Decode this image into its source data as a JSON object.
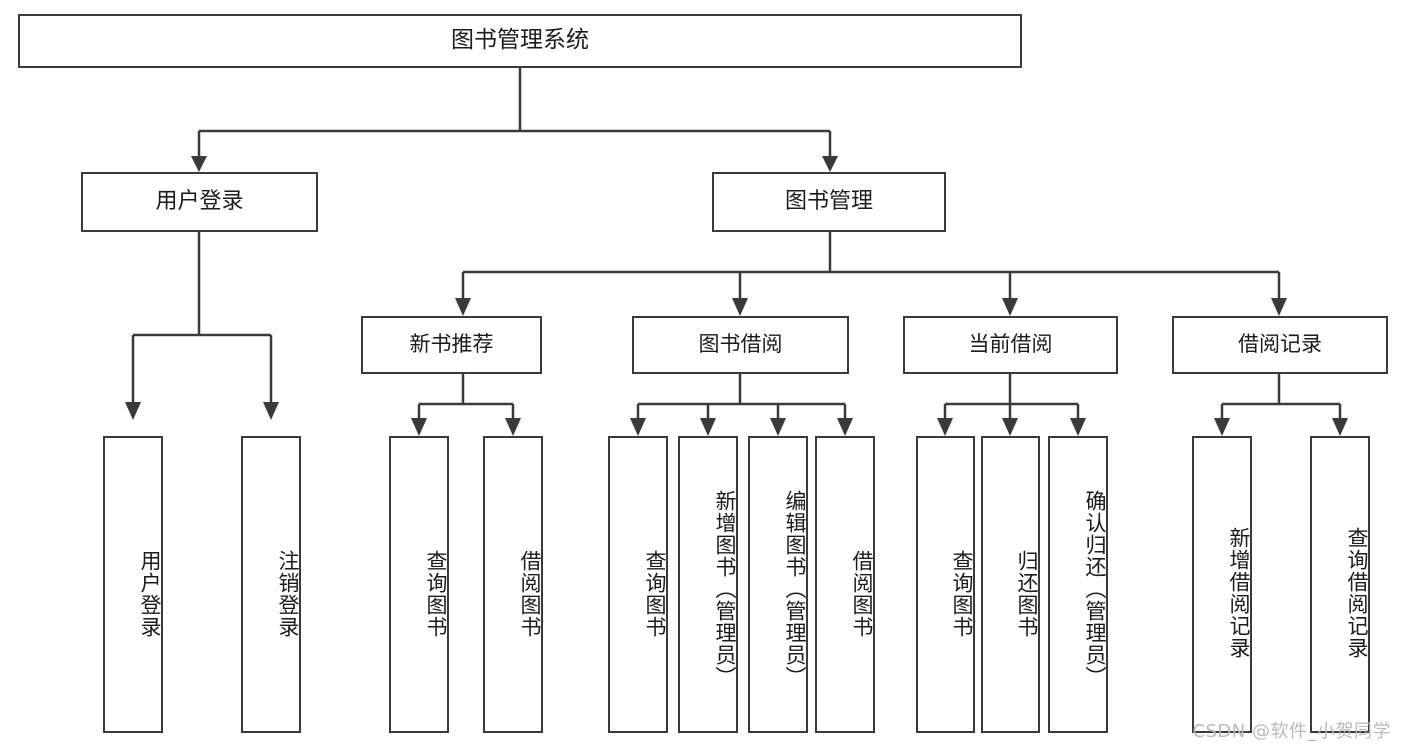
{
  "diagram": {
    "type": "tree",
    "title": "图书管理系统",
    "watermark": "CSDN @软件_小贺同学",
    "colors": {
      "stroke": "#3a3a3a",
      "background": "#ffffff",
      "text": "#1b1b1b",
      "watermark": "#b9b9b9"
    },
    "root": {
      "label": "图书管理系统"
    },
    "level1": [
      {
        "label": "用户登录"
      },
      {
        "label": "图书管理"
      }
    ],
    "level2": [
      {
        "label": "新书推荐"
      },
      {
        "label": "图书借阅"
      },
      {
        "label": "当前借阅"
      },
      {
        "label": "借阅记录"
      }
    ],
    "leaves": {
      "user_login": [
        {
          "label": "用户登录"
        },
        {
          "label": "注销登录"
        }
      ],
      "new_book_recommend": [
        {
          "label": "查询图书"
        },
        {
          "label": "借阅图书"
        }
      ],
      "book_borrow": [
        {
          "label": "查询图书"
        },
        {
          "label": "新增图书（管理员）"
        },
        {
          "label": "编辑图书（管理员）"
        },
        {
          "label": "借阅图书"
        }
      ],
      "current_borrow": [
        {
          "label": "查询图书"
        },
        {
          "label": "归还图书"
        },
        {
          "label": "确认归还（管理员）"
        }
      ],
      "borrow_record": [
        {
          "label": "新增借阅记录"
        },
        {
          "label": "查询借阅记录"
        }
      ]
    }
  }
}
